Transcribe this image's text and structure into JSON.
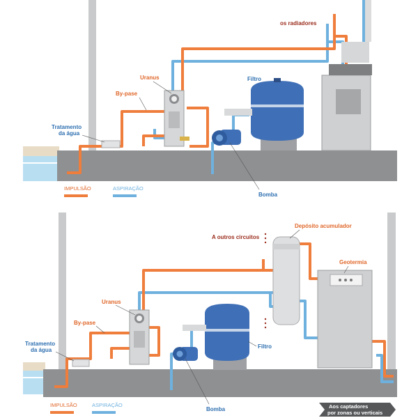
{
  "colors": {
    "impulsion": "#ef7d3c",
    "aspiration": "#6fb1de",
    "floor": "#888a8c",
    "wall": "#c9cacb",
    "tank": "#3f6fb6",
    "water": "#b8def2",
    "sand": "#e8dcc6",
    "label_orange": "#e0672a",
    "label_blue": "#2e6fb0",
    "label_red": "#9a2c1c"
  },
  "diagram_top": {
    "labels": {
      "radiators": "os radiadores",
      "uranus": "Uranus",
      "filter": "Filtro",
      "bypass": "By-pase",
      "treatment_line1": "Tratamento",
      "treatment_line2": "da água",
      "pump": "Bomba"
    },
    "legend": {
      "impulsion": "IMPULSÃO",
      "aspiration": "ASPIRAÇÃO"
    }
  },
  "diagram_bottom": {
    "labels": {
      "other_circuits": "A outros circuitos",
      "storage_tank": "Depósito acumulador",
      "geothermal": "Geotermia",
      "uranus": "Uranus",
      "bypass": "By-pase",
      "treatment_line1": "Tratamento",
      "treatment_line2": "da água",
      "filter": "Filtro",
      "pump": "Bomba",
      "collectors_line1": "Aos captadores",
      "collectors_line2": "por zonas ou verticais"
    },
    "legend": {
      "impulsion": "IMPULSÃO",
      "aspiration": "ASPIRAÇÃO"
    }
  }
}
